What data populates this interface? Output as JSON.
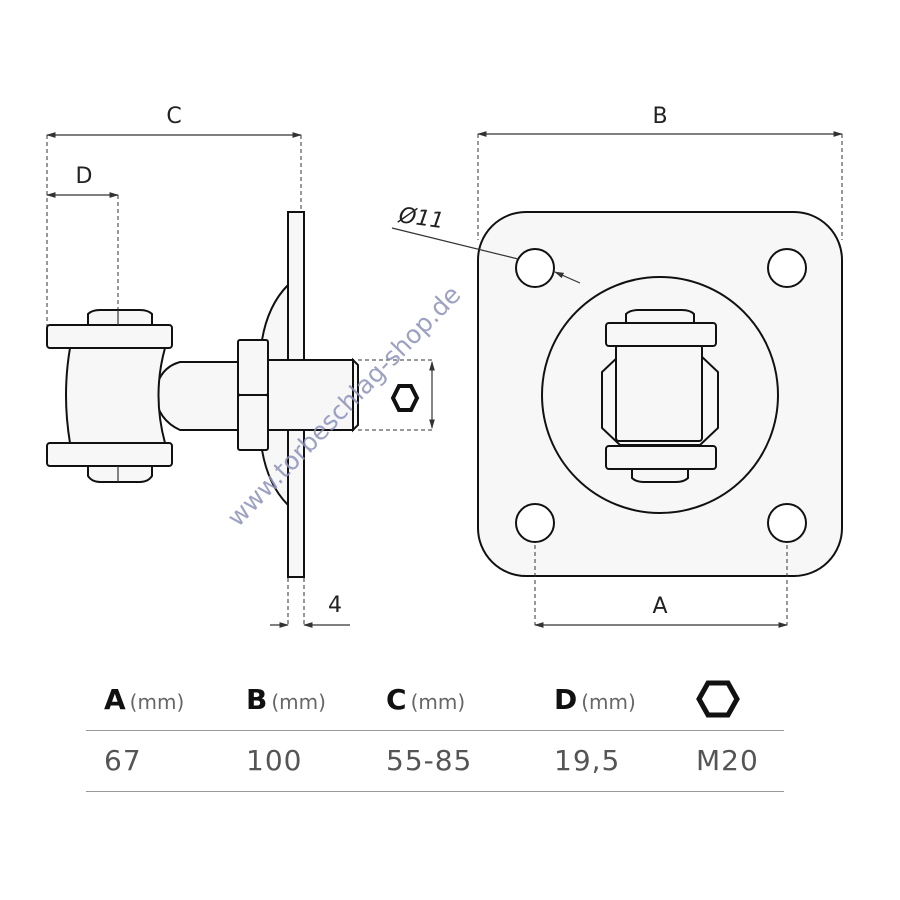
{
  "dimension_labels": {
    "A": "A",
    "B": "B",
    "C": "C",
    "D": "D",
    "thickness": "4",
    "hole_diameter": "Ø11"
  },
  "watermark": "www.torbeschlag-shop.de",
  "spec_table": {
    "headers": [
      {
        "letter": "A",
        "unit": "(mm)"
      },
      {
        "letter": "B",
        "unit": "(mm)"
      },
      {
        "letter": "C",
        "unit": "(mm)"
      },
      {
        "letter": "D",
        "unit": "(mm)"
      },
      {
        "icon": "hex-nut-icon"
      }
    ],
    "values": [
      "67",
      "100",
      "55-85",
      "19,5",
      "M20"
    ]
  },
  "colors": {
    "line": "#111111",
    "watermark": "#8c92bc",
    "rule": "#999999"
  }
}
